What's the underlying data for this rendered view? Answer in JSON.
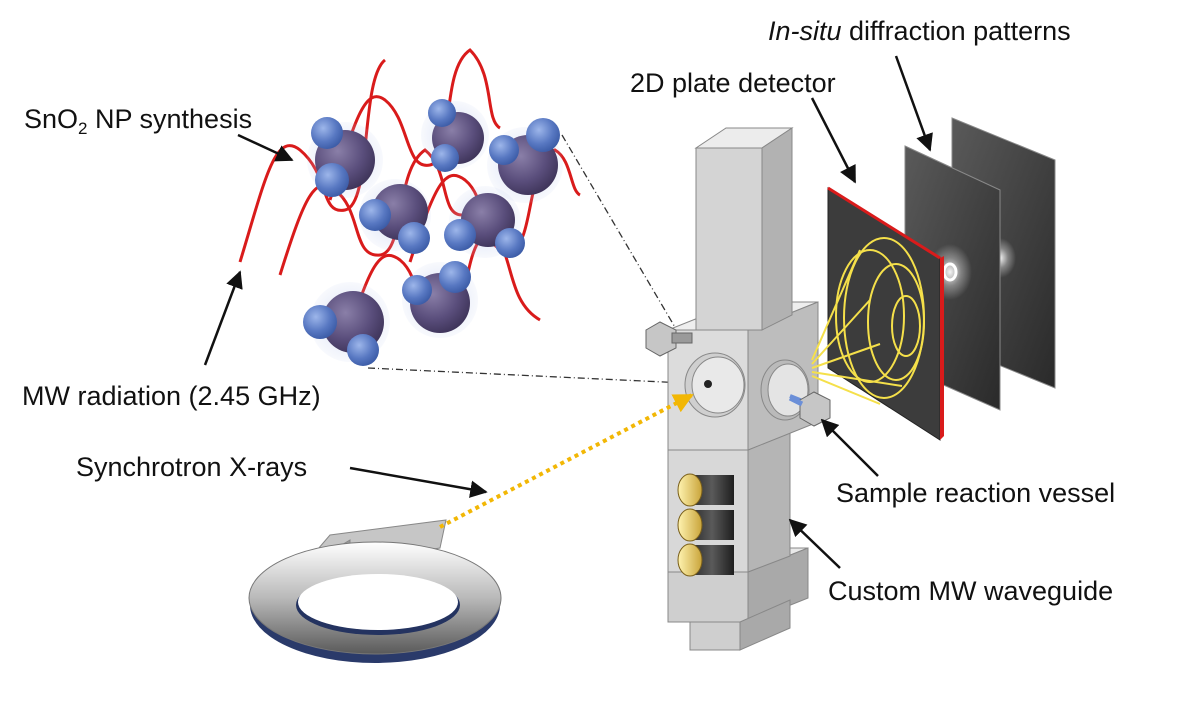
{
  "labels": {
    "sno2_prefix": "SnO",
    "sno2_subscript": "2",
    "sno2_suffix": " NP synthesis",
    "insitu_italic": "In-situ",
    "insitu_rest": " diffraction patterns",
    "detector": "2D plate detector",
    "mw_radiation": "MW radiation (2.45 GHz)",
    "xrays": "Synchrotron X-rays",
    "vessel": "Sample reaction vessel",
    "waveguide": "Custom MW waveguide"
  },
  "colors": {
    "mw_wave": "#d91b1b",
    "xray_beam": "#f2b705",
    "detector_edge": "#d91b1b",
    "detector_rings": "#f5e04a",
    "tin_atom": "#5a4e7c",
    "oxygen_atom": "#5878c2",
    "waveguide_gray": "#cfcfcf",
    "connector_gold": "#e9c96b"
  },
  "icons": {
    "nanoparticle": "sno2-molecule-icon",
    "ring": "synchrotron-storage-ring-icon",
    "detector": "detector-plate-icon"
  }
}
